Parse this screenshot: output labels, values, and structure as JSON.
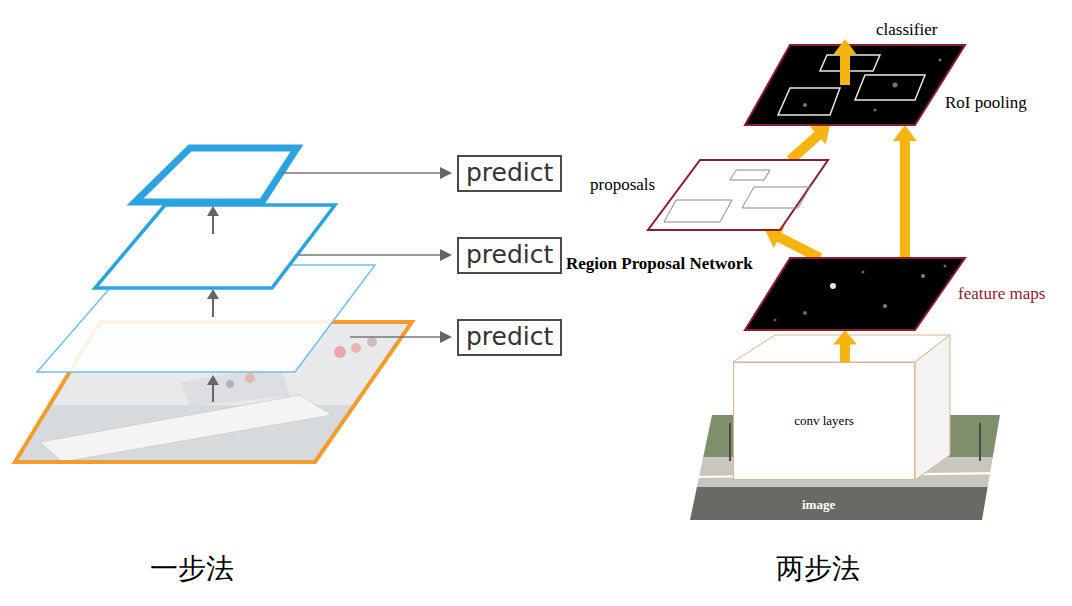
{
  "diagram": {
    "nodes": [
      {
        "text": [
          "predict"
        ]
      },
      {
        "text": [
          "predict"
        ]
      },
      {
        "text": [
          "predict"
        ]
      },
      {
        "text": [
          "RoI pooling"
        ]
      },
      {
        "text": [
          "proposals"
        ]
      },
      {
        "text": [
          "feature maps"
        ]
      },
      {
        "text": [
          "conv layers"
        ]
      },
      {
        "text": [
          "image"
        ]
      }
    ],
    "edges": [
      {
        "from": 6,
        "to": 5,
        "arrow": "to"
      },
      {
        "from": 5,
        "to": 4,
        "arrow": "to"
      },
      {
        "from": 4,
        "to": 3,
        "arrow": "to"
      },
      {
        "from": 5,
        "to": 3,
        "arrow": "to"
      }
    ],
    "labels": [
      "classifier",
      "Region Proposal Network",
      "一步法",
      "两步法"
    ]
  }
}
